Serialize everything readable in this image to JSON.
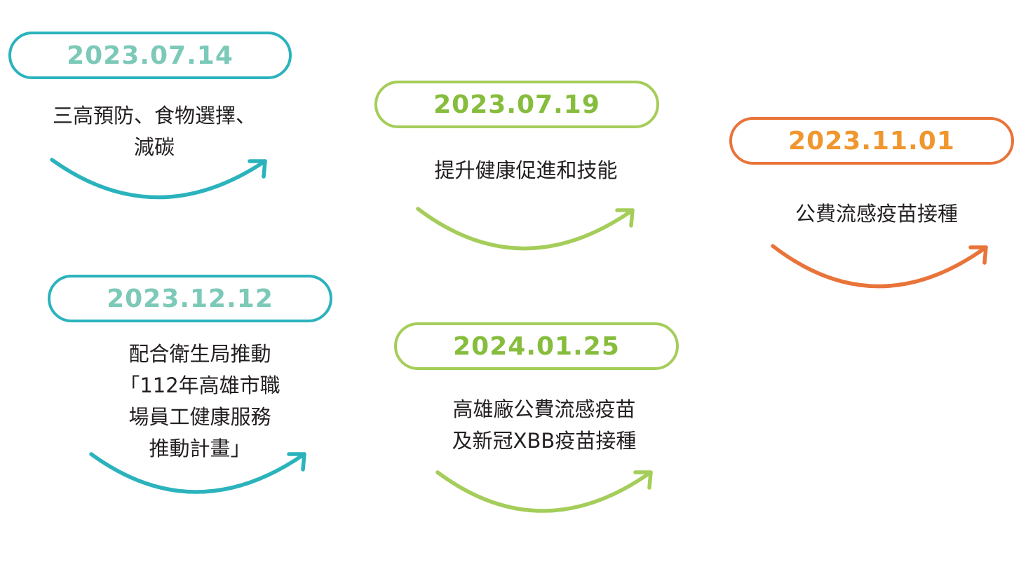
{
  "colors": {
    "teal": "#2bb3bd",
    "teal_text": "#7cc9b8",
    "green": "#a5cd5a",
    "green_text": "#86bd3c",
    "orange": "#e8743a",
    "orange_text": "#f0962e",
    "text": "#231f20"
  },
  "events": [
    {
      "id": "e1",
      "date": "2023.07.14",
      "description": "三高預防、食物選擇、\n減碳",
      "color": "teal"
    },
    {
      "id": "e2",
      "date": "2023.07.19",
      "description": "提升健康促進和技能",
      "color": "green"
    },
    {
      "id": "e3",
      "date": "2023.11.01",
      "description": "公費流感疫苗接種",
      "color": "orange"
    },
    {
      "id": "e4",
      "date": "2023.12.12",
      "description": "配合衛生局推動\n「112年高雄市職\n場員工健康服務\n推動計畫」",
      "color": "teal"
    },
    {
      "id": "e5",
      "date": "2024.01.25",
      "description": "高雄廠公費流感疫苗\n及新冠XBB疫苗接種",
      "color": "green"
    }
  ]
}
